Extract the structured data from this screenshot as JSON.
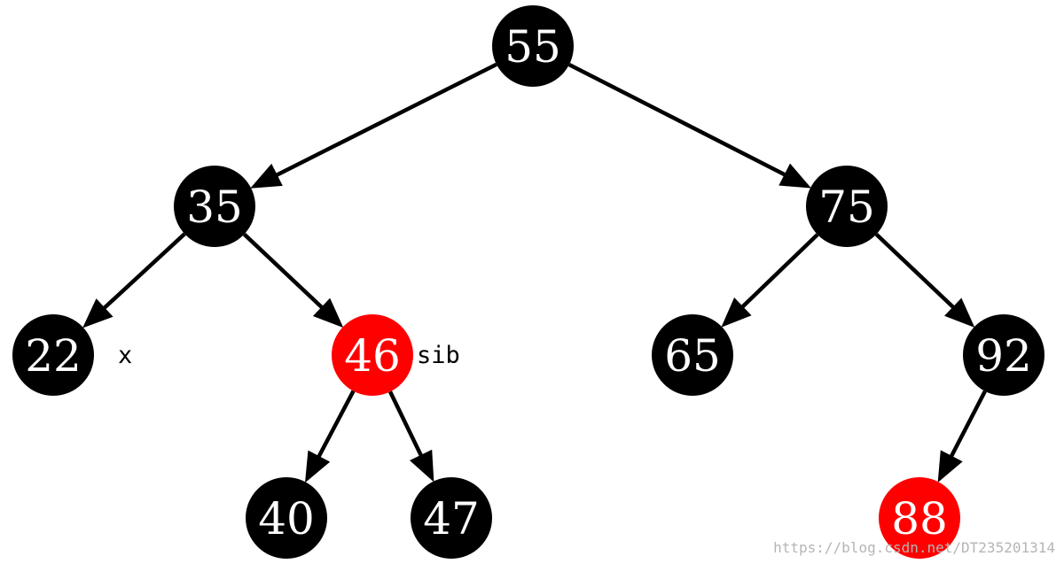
{
  "colors": {
    "black_node": "#000000",
    "red_node": "#ff0000",
    "edge": "#000000",
    "label_text": "#ffffff"
  },
  "nodes": [
    {
      "id": "55",
      "label": "55",
      "color": "black"
    },
    {
      "id": "35",
      "label": "35",
      "color": "black"
    },
    {
      "id": "75",
      "label": "75",
      "color": "black"
    },
    {
      "id": "22",
      "label": "22",
      "color": "black"
    },
    {
      "id": "46",
      "label": "46",
      "color": "red"
    },
    {
      "id": "65",
      "label": "65",
      "color": "black"
    },
    {
      "id": "92",
      "label": "92",
      "color": "black"
    },
    {
      "id": "40",
      "label": "40",
      "color": "black"
    },
    {
      "id": "47",
      "label": "47",
      "color": "black"
    },
    {
      "id": "88",
      "label": "88",
      "color": "red"
    }
  ],
  "edges": [
    {
      "from": "55",
      "to": "35"
    },
    {
      "from": "55",
      "to": "75"
    },
    {
      "from": "35",
      "to": "22"
    },
    {
      "from": "35",
      "to": "46"
    },
    {
      "from": "75",
      "to": "65"
    },
    {
      "from": "75",
      "to": "92"
    },
    {
      "from": "46",
      "to": "40"
    },
    {
      "from": "46",
      "to": "47"
    },
    {
      "from": "92",
      "to": "88"
    }
  ],
  "annotations": {
    "x_label": "x",
    "sib_label": "sib"
  },
  "watermark": "https://blog.csdn.net/DT235201314"
}
